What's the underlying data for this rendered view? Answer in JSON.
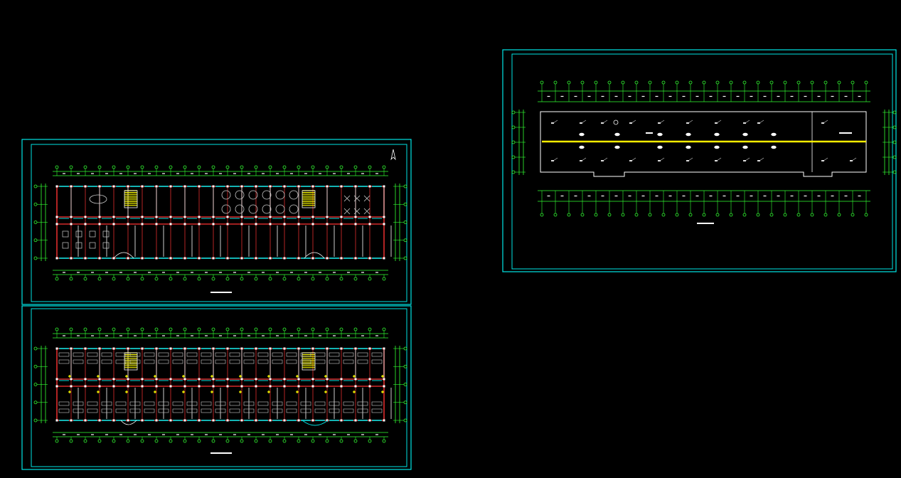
{
  "canvas": {
    "background": "#000000"
  },
  "colors": {
    "frame": "#00e5e5",
    "grid_axis": "#33ff33",
    "wall": "#ff3333",
    "partition": "#ffffff",
    "glazing": "#00dddd",
    "stair": "#ffff00",
    "fixture": "#cccccc",
    "light_line": "#ffee00"
  },
  "sheets": [
    {
      "id": "ground-floor-plan",
      "grid_cols": 24,
      "rows": 2
    },
    {
      "id": "upper-floor-plan",
      "grid_cols": 24,
      "rows": 2
    },
    {
      "id": "lighting-plan",
      "grid_cols": 25
    }
  ]
}
